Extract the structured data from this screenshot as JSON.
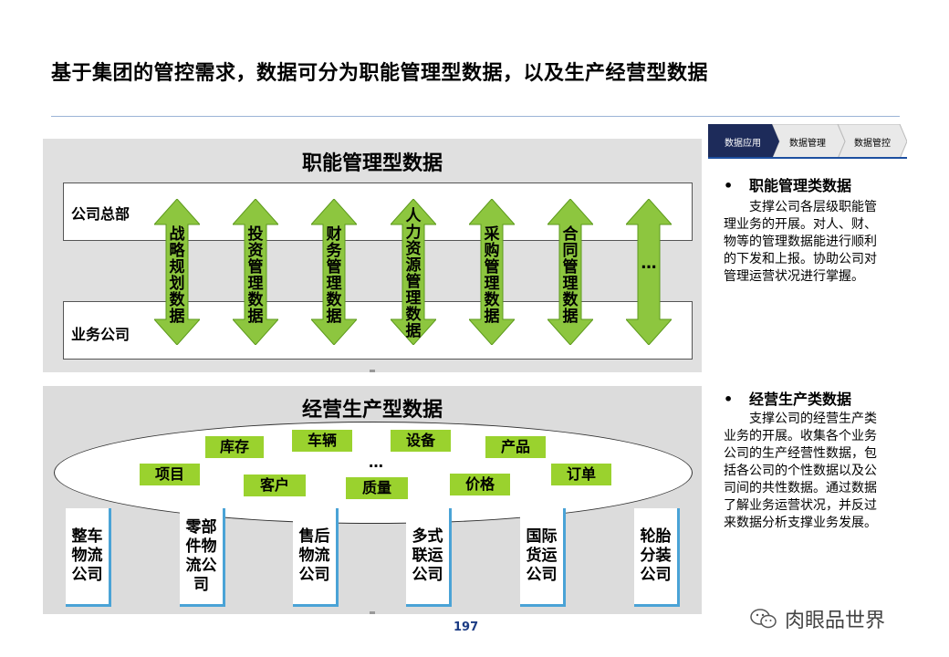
{
  "slide": {
    "title": "基于集团的管控需求，数据可分为职能管理型数据，以及生产经营型数据",
    "page_number": "197",
    "watermark": "肉眼品世界"
  },
  "functional": {
    "title": "职能管理型数据",
    "hq_label": "公司总部",
    "sub_label": "业务公司",
    "arrows": [
      "战略规划数据",
      "投资管理数据",
      "财务管理数据",
      "人力资源管理数据",
      "采购管理数据",
      "合同管理数据",
      "…"
    ]
  },
  "operational": {
    "title": "经营生产型数据",
    "tags": {
      "kucun": "库存",
      "cheliang": "车辆",
      "shebei": "设备",
      "chanpin": "产品",
      "xiangmu": "项目",
      "kehu": "客户",
      "zhiliang": "质量",
      "jiage": "价格",
      "dingdan": "订单",
      "dots": "…"
    },
    "companies": [
      "整车物流公司",
      "零部件物流公司",
      "售后物流公司",
      "多式联运公司",
      "国际货运公司",
      "轮胎分装公司"
    ]
  },
  "tabs": [
    "数据应用",
    "数据管理",
    "数据管控"
  ],
  "sections": [
    {
      "heading": "职能管理类数据",
      "body": "支撑公司各层级职能管理业务的开展。对人、财、物等的管理数据能进行顺利的下发和上报。协助公司对管理运营状况进行掌握。"
    },
    {
      "heading": "经营生产类数据",
      "body": "支撑公司的经营生产类业务的开展。收集各个业务公司的生产经营性数据，包括各公司的个性数据以及公司间的共性数据。通过数据了解业务运营状况，并反过来数据分析支撑业务发展。"
    }
  ],
  "colors": {
    "arrow_green": "#8dc63f",
    "arrow_dark": "#5d9a1c",
    "tag_green": "#9ad22e",
    "tab_active": "#1d2b5a",
    "company_accent": "#4aa3d6",
    "page_number": "#1b3b84"
  }
}
